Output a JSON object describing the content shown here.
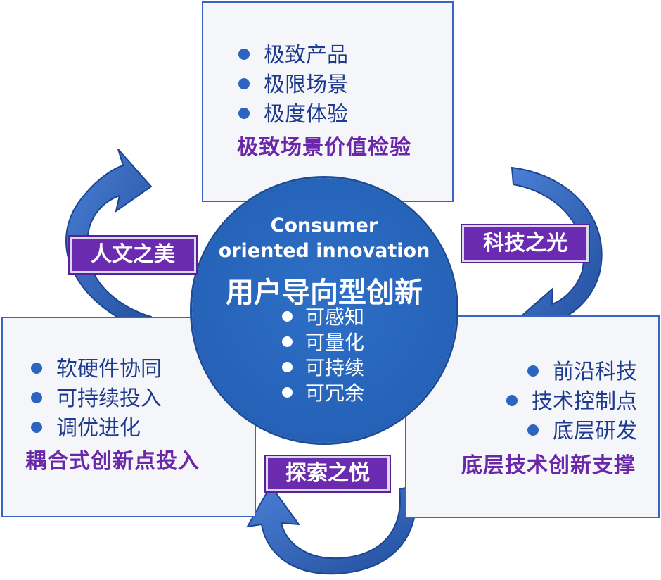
{
  "hub": {
    "title_en_line1": "Consumer",
    "title_en_line2": "oriented innovation",
    "title_cn": "用户导向型创新",
    "items": [
      "可感知",
      "可量化",
      "可持续",
      "可冗余"
    ]
  },
  "top_panel": {
    "items": [
      "极致产品",
      "极限场景",
      "极度体验"
    ],
    "caption": "极致场景价值检验"
  },
  "left_panel": {
    "items": [
      "软硬件协同",
      "可持续投入",
      "调优进化"
    ],
    "caption": "耦合式创新点投入"
  },
  "right_panel": {
    "items": [
      "前沿科技",
      "技术控制点",
      "底层研发"
    ],
    "caption": "底层技术创新支撑"
  },
  "tags": {
    "left": "人文之美",
    "right": "科技之光",
    "bottom": "探索之悦"
  },
  "colors": {
    "panel_border": "#3a64c4",
    "panel_fill": "#f5f6fa",
    "hub_fill": "#2562b8",
    "bullet_text": "#1d3a8f",
    "caption_text": "#6a27a8",
    "tag_fill": "#6a2bb0",
    "arrow_fill": "#2f5fb8"
  }
}
